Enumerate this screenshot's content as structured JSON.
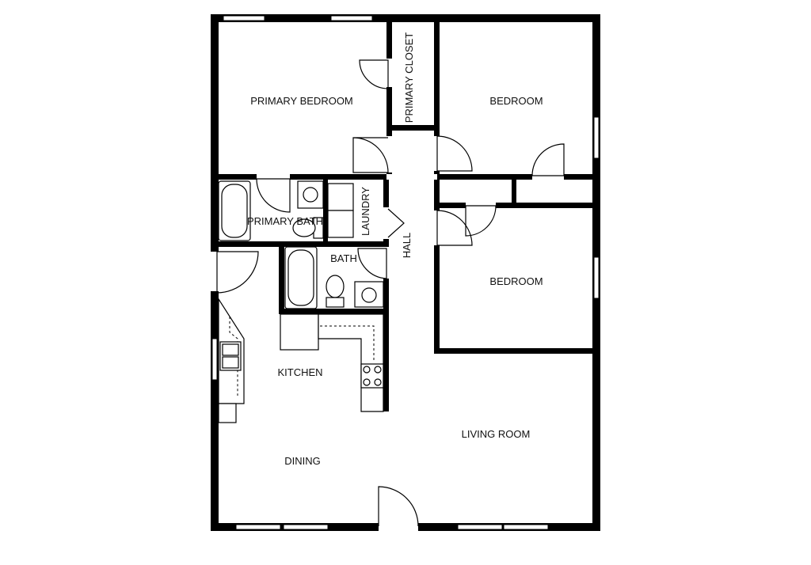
{
  "rooms": {
    "primary_bedroom": "PRIMARY BEDROOM",
    "primary_closet": "PRIMARY CLOSET",
    "bedroom_1": "BEDROOM",
    "primary_bath": "PRIMARY BATH",
    "laundry": "LAUNDRY",
    "hall": "HALL",
    "bath": "BATH",
    "bedroom_2": "BEDROOM",
    "kitchen": "KITCHEN",
    "living_room": "LIVING ROOM",
    "dining": "DINING"
  }
}
